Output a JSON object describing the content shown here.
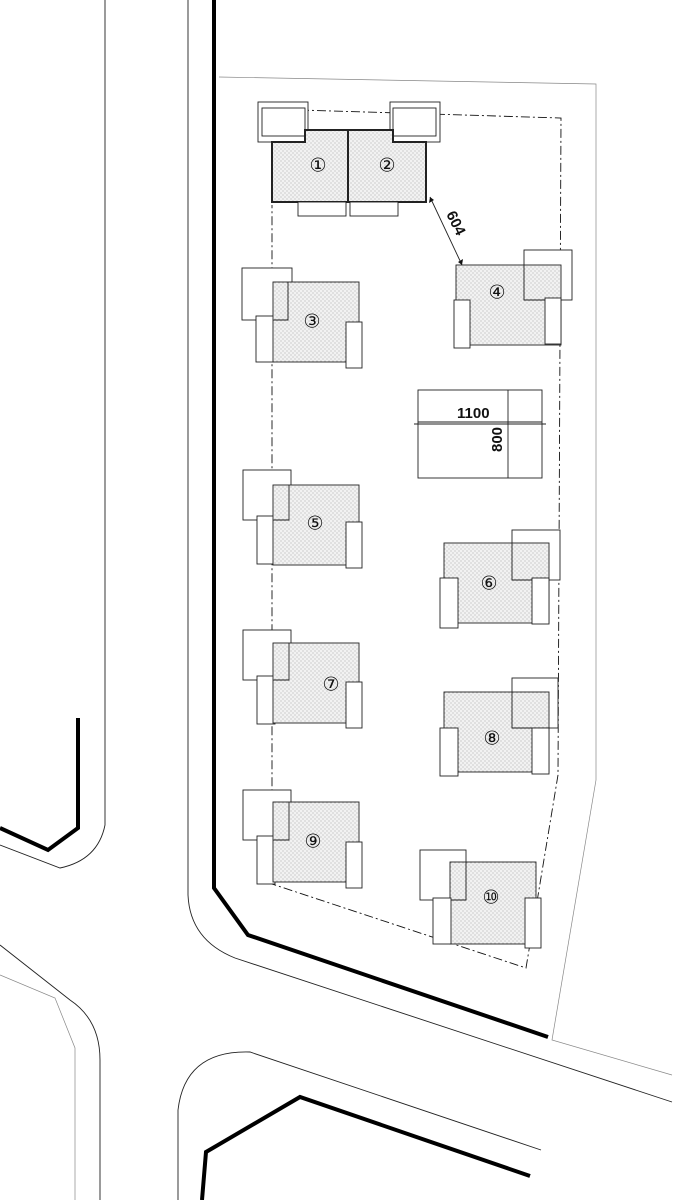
{
  "lots": [
    {
      "label": "①"
    },
    {
      "label": "②"
    },
    {
      "label": "③"
    },
    {
      "label": "④"
    },
    {
      "label": "⑤"
    },
    {
      "label": "⑥"
    },
    {
      "label": "⑦"
    },
    {
      "label": "⑧"
    },
    {
      "label": "⑨"
    },
    {
      "label": "⑩"
    }
  ],
  "dimensions": {
    "diagonal": "604",
    "width": "1100",
    "depth": "800"
  }
}
